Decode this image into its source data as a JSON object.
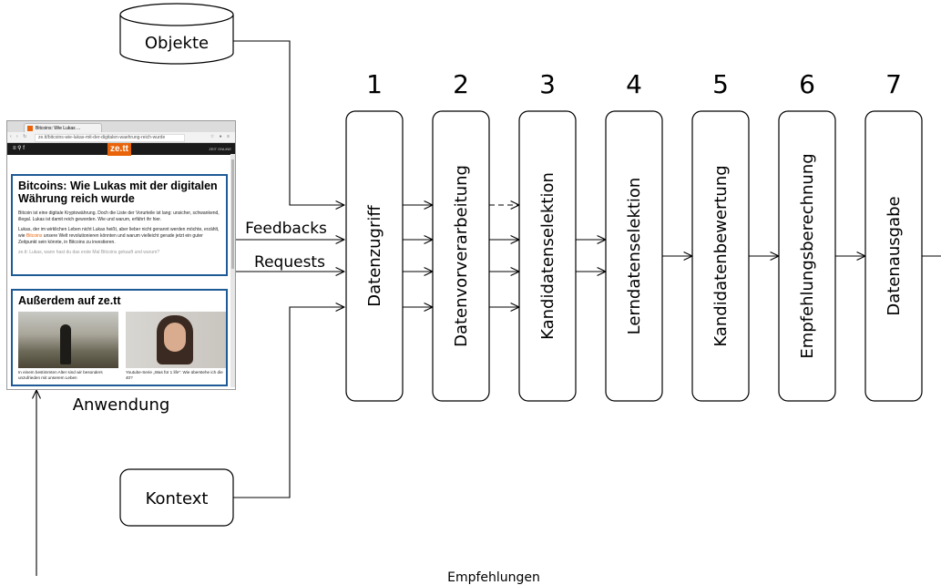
{
  "sources": {
    "objects": "Objekte",
    "context": "Kontext",
    "application": "Anwendung"
  },
  "edges": {
    "feedbacks": "Feedbacks",
    "requests": "Requests",
    "recommendations": "Empfehlungen"
  },
  "steps": [
    {
      "number": "1",
      "label": "Datenzugriff"
    },
    {
      "number": "2",
      "label": "Datenvorverarbeitung"
    },
    {
      "number": "3",
      "label": "Kandidatenselektion"
    },
    {
      "number": "4",
      "label": "Lerndatenselektion"
    },
    {
      "number": "5",
      "label": "Kandidatenbewertung"
    },
    {
      "number": "6",
      "label": "Empfehlungsberechnung"
    },
    {
      "number": "7",
      "label": "Datenausgabe"
    }
  ],
  "browser": {
    "tab_title": "Bitcoins: Wie Lukas ...",
    "url": "ze.tt/bitcoins-wie-lukas-mit-der-digitalen-waehrung-reich-wurde",
    "site_logo": "ze.tt",
    "site_right": "ZEIT ONLINE",
    "article_title": "Bitcoins: Wie Lukas mit der digitalen Währung reich wurde",
    "article_p1": "Bitcoin ist eine digitale Kryptowährung. Doch die Liste der Vorurteile ist lang: unsicher, schwankend, illegal. Lukas ist damit reich geworden. Wie und warum, erfährt ihr hier.",
    "article_p2_a": "Lukas, der im wirklichen Leben nicht Lukas heißt, aber lieber nicht genannt werden möchte, erzählt, wie ",
    "article_p2_hl": "Bitcoins",
    "article_p2_b": " unsere Welt revolutionieren könnten und warum vielleicht gerade jetzt ein guter Zeitpunkt sein könnte, in Bitcoins zu investieren.",
    "article_p3": "ze.tt: Lukas, wann hast du das erste Mal Bitcoins gekauft und warum?",
    "more_title": "Außerdem auf ze.tt",
    "teaser1": "In einem bestimmten Alter sind wir besonders unzufrieden mit unserem Leben",
    "teaser2": "Youtube-Serie „Was für 1 life“: Wie überstehe ich die 40?"
  }
}
